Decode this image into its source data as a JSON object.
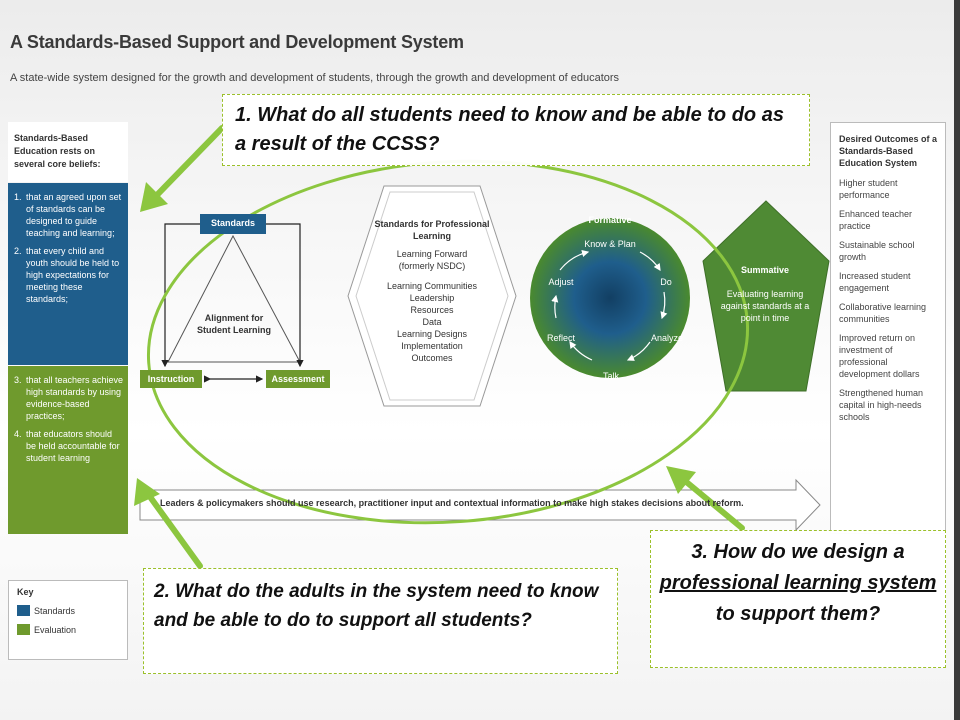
{
  "title": "A Standards-Based Support and Development System",
  "subtitle": "A state-wide system designed for the growth and development of students, through the growth and development of educators",
  "sidebar": {
    "heading": "Standards-Based Education rests on several core beliefs:",
    "blue_items": [
      {
        "num": "1.",
        "text": "that an agreed upon set of standards can be designed to guide teaching and learning;"
      },
      {
        "num": "2.",
        "text": "that every child and youth should be held to high expectations for meeting these standards;"
      }
    ],
    "green_items": [
      {
        "num": "3.",
        "text": "that all teachers achieve high standards by using evidence-based practices;"
      },
      {
        "num": "4.",
        "text": "that educators should be held accountable for student learning"
      }
    ]
  },
  "triangle": {
    "standards": "Standards",
    "center": "Alignment for Student Learning",
    "instruction": "Instruction",
    "assessment": "Assessment"
  },
  "professional_learning": {
    "heading": "Standards for Professional Learning",
    "lines": [
      "Learning Forward",
      "(formerly NSDC)",
      "",
      "Learning Communities",
      "Leadership",
      "Resources",
      "Data",
      "Learning Designs",
      "Implementation",
      "Outcomes"
    ]
  },
  "formative": {
    "label": "Formative",
    "steps": {
      "top": "Know & Plan",
      "do": "Do",
      "analyze": "Analyze",
      "talk": "Talk",
      "reflect": "Reflect",
      "adjust": "Adjust"
    }
  },
  "summative": {
    "label": "Summative",
    "text": "Evaluating learning against standards at a point in time"
  },
  "bottom_arrow": "Leaders & policymakers should use research, practitioner input and contextual information to make high stakes decisions about reform.",
  "outcomes": {
    "heading": "Desired Outcomes of a Standards-Based Education System",
    "items": [
      "Higher student performance",
      "Enhanced teacher practice",
      "Sustainable school growth",
      "Increased student engagement",
      "Collaborative learning communities",
      "Improved return on investment of professional development dollars",
      "Strengthened human capital in high-needs schools"
    ]
  },
  "key": {
    "heading": "Key",
    "items": [
      {
        "label": "Standards",
        "color": "#1f5e8c"
      },
      {
        "label": "Evaluation",
        "color": "#6f9a2d"
      }
    ]
  },
  "questions": {
    "q1": "1. What do all students need to know and be able to do as a result of the CCSS?",
    "q2": "2. What do the adults in the system need to know and be able to do to support all students?",
    "q3_prefix": "3. How do we design a ",
    "q3_underlined": "professional learning system ",
    "q3_suffix": "to support them?"
  },
  "colors": {
    "standards_blue": "#1f5e8c",
    "evaluation_green": "#6f9a2d",
    "highlight_green": "#8cc63f"
  }
}
